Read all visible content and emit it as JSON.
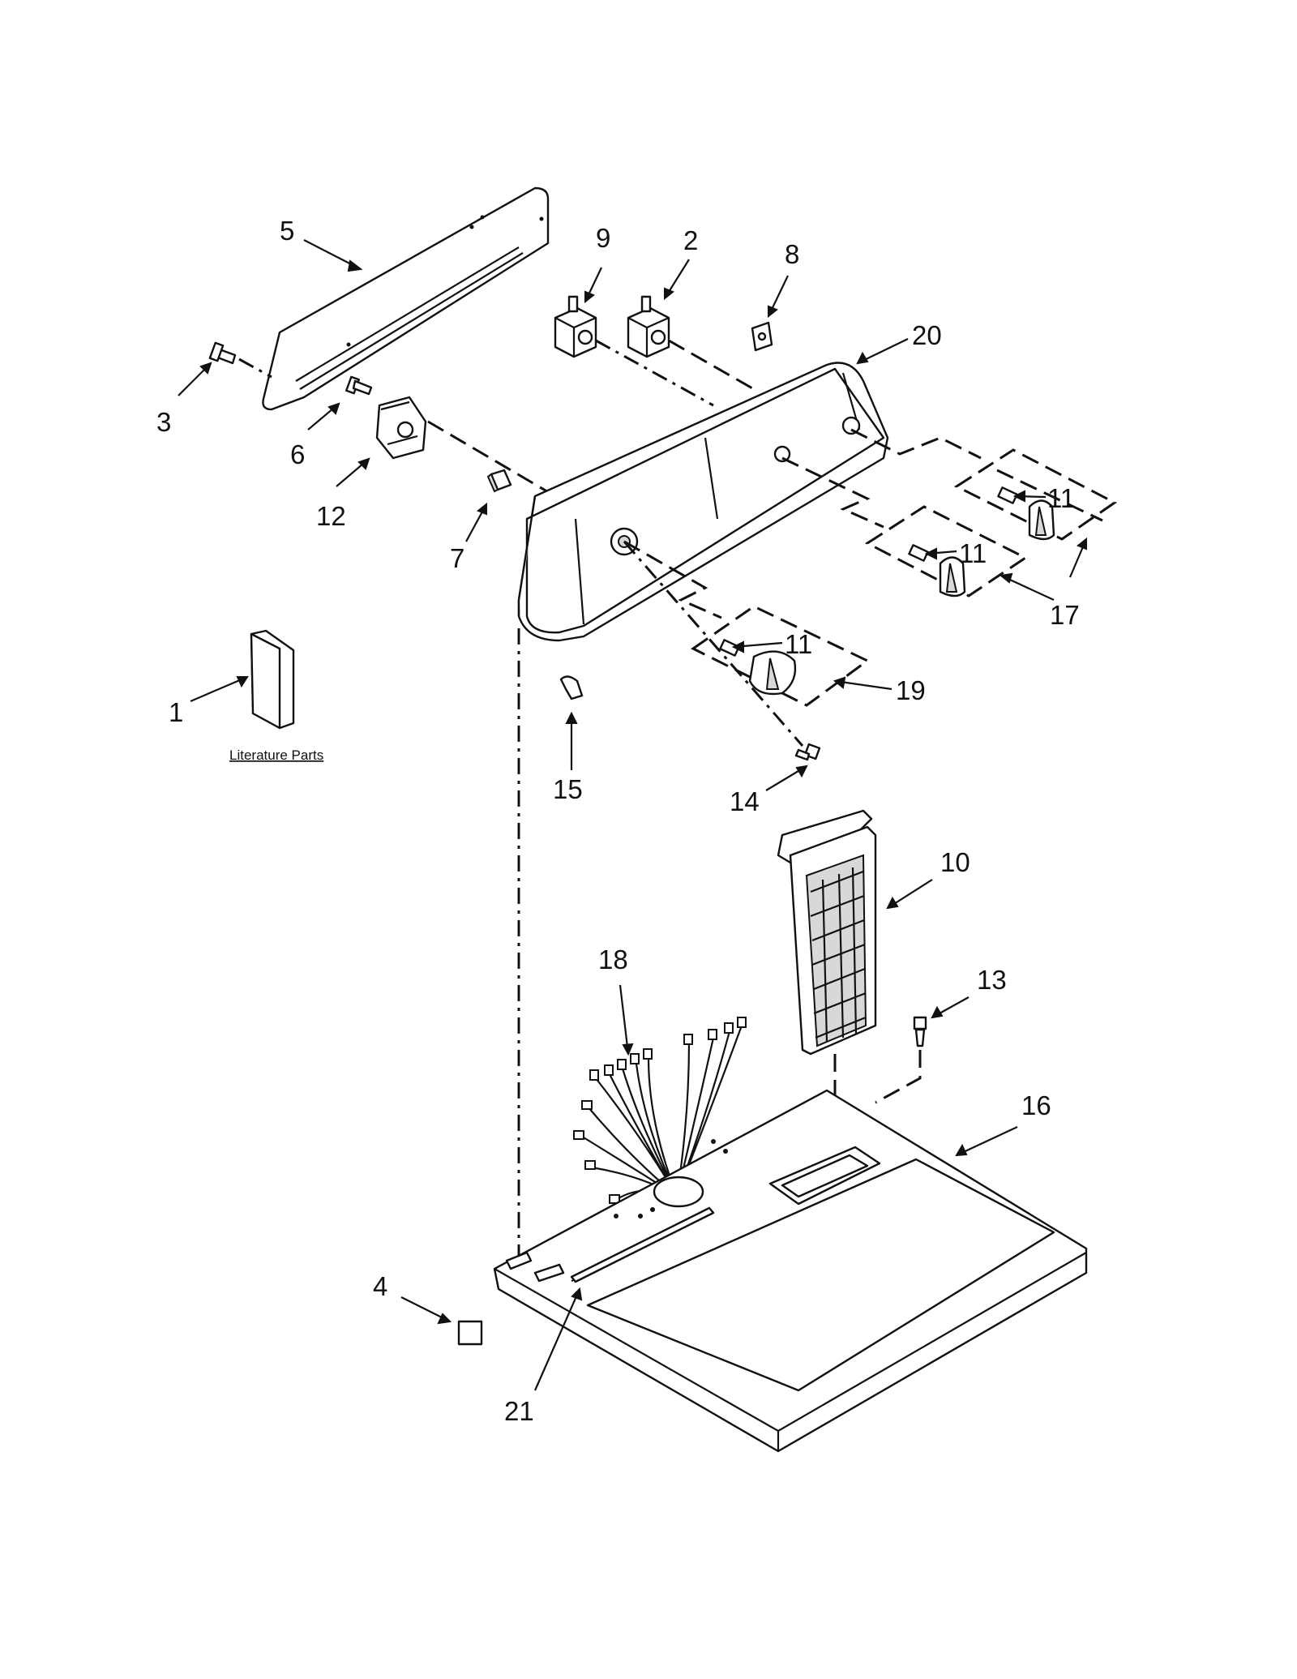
{
  "callouts": [
    {
      "num": "1"
    },
    {
      "num": "2"
    },
    {
      "num": "3"
    },
    {
      "num": "4"
    },
    {
      "num": "5"
    },
    {
      "num": "6"
    },
    {
      "num": "7"
    },
    {
      "num": "8"
    },
    {
      "num": "9"
    },
    {
      "num": "10"
    },
    {
      "num": "11"
    },
    {
      "num": "11"
    },
    {
      "num": "11"
    },
    {
      "num": "12"
    },
    {
      "num": "13"
    },
    {
      "num": "14"
    },
    {
      "num": "15"
    },
    {
      "num": "16"
    },
    {
      "num": "17"
    },
    {
      "num": "18"
    },
    {
      "num": "19"
    },
    {
      "num": "20"
    },
    {
      "num": "21"
    }
  ],
  "literature_label": "Literature Parts"
}
